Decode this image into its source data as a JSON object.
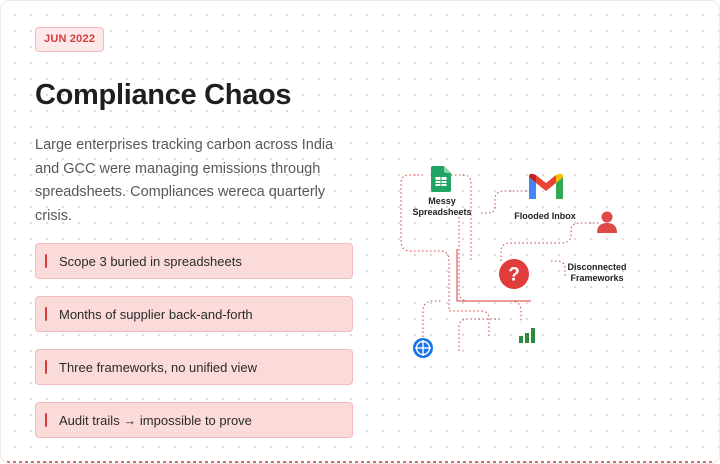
{
  "badge": "JUN 2022",
  "title": "Compliance Chaos",
  "description": "Large enterprises tracking carbon across India and GCC were managing emissions through spreadsheets. Compliances wereca quarterly crisis.",
  "pain_points": [
    "Scope 3 buried in spreadsheets",
    "Months of supplier back-and-forth",
    "Three frameworks, no unified view",
    "Audit trails → impossible to prove"
  ],
  "diagram": {
    "spreadsheets_label_1": "Messy",
    "spreadsheets_label_2": "Spreadsheets",
    "inbox_label": "Flooded Inbox",
    "frameworks_label_1": "Disconnected",
    "frameworks_label_2": "Frameworks",
    "icons": [
      "google-sheets-icon",
      "gmail-icon",
      "user-icon",
      "question-icon",
      "globe-icon",
      "bar-chart-icon"
    ]
  },
  "colors": {
    "accent": "#d63c3c",
    "item_bg": "#fbdada",
    "badge_bg": "#fde9e9",
    "sheets_green": "#1fa463",
    "chart_green": "#2e8b3a"
  }
}
